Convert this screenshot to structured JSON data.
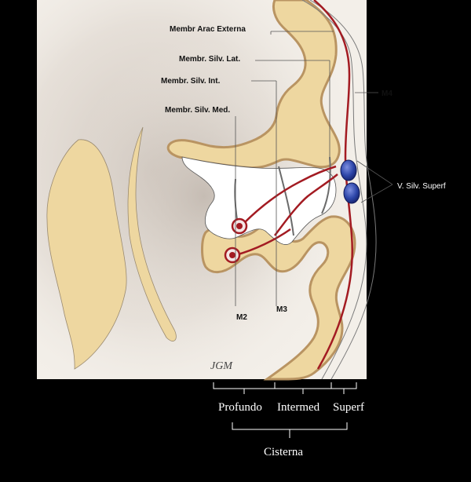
{
  "labels": {
    "membr_arac_externa": "Membr Arac Externa",
    "membr_silv_lat": "Membr. Silv. Lat.",
    "membr_silv_int": "Membr. Silv. Int.",
    "membr_silv_med": "Membr. Silv. Med.",
    "m4": "M4",
    "m2": "M2",
    "m3": "M3",
    "v_silv_superf": "V. Silv. Superf"
  },
  "brackets": {
    "profundo": "Profundo",
    "intermed": "Intermed",
    "superf": "Superf",
    "cisterna": "Cisterna"
  },
  "signature": "JGM",
  "colors": {
    "background": "#000000",
    "canvas": "#f3efe9",
    "cortex": "#eed7a0",
    "cortex_edge": "#b99462",
    "artery": "#a31b22",
    "vein": "#2c45a8",
    "annotation_text": "#111111",
    "bracket_text": "#ffffff"
  }
}
